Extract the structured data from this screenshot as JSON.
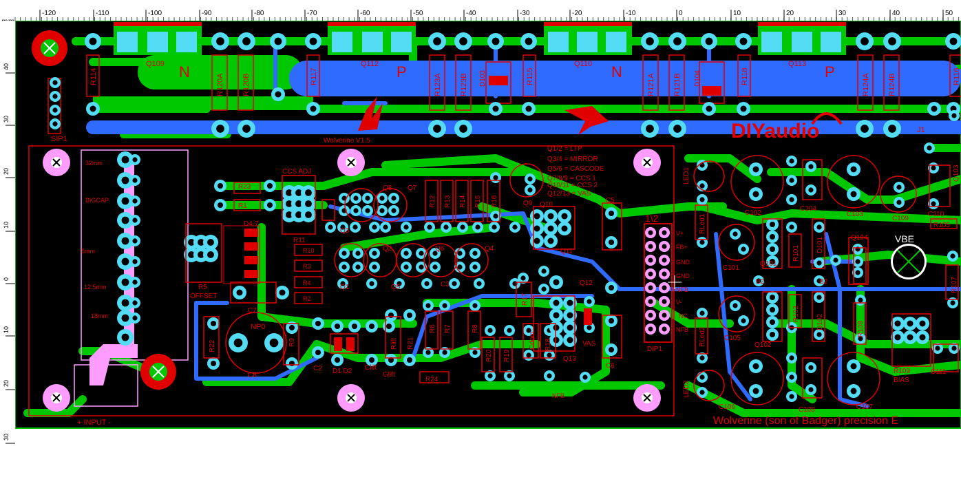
{
  "ruler": {
    "unit": "mm",
    "top_ticks": [
      "-120",
      "-110",
      "-100",
      "-90",
      "-80",
      "-70",
      "-60",
      "-50",
      "-40",
      "-30",
      "-20",
      "-10",
      "0",
      "10",
      "20",
      "30",
      "40",
      "50"
    ],
    "left_ticks": [
      "40",
      "30",
      "20",
      "10",
      "0",
      "10",
      "20",
      "30"
    ]
  },
  "colors": {
    "board": "#000000",
    "top_copper": "#00c800",
    "bottom_copper": "#2f6bff",
    "silkscreen": "#e00000",
    "pad": "#55dcf5",
    "keepout": "#ff9cff",
    "outline": "#00c000"
  },
  "labels": {
    "Q109": "Q109",
    "N1": "N",
    "Q112": "Q112",
    "P1": "P",
    "Q110": "Q110",
    "N2": "N",
    "Q113": "Q113",
    "P2": "P",
    "R114": "R114",
    "R120A": "R120A",
    "R120B": "R120B",
    "R117": "R117",
    "R123A": "R123A",
    "R123B": "R123B",
    "D103": "D103",
    "R115": "R115",
    "R121A": "R121A",
    "R121B": "R121B",
    "D104": "D104",
    "R118": "R118",
    "R124A": "R124A",
    "R124B": "R124B",
    "R119": "R116",
    "SIP1": "SIP1",
    "wolverine": "Wolverine V1.5",
    "diyaudio": "DIYaudio",
    "J1": "J1",
    "legend1": "Q1/2 = LTP",
    "legend2": "Q3/4 = MIRROR",
    "legend3": "Q5/6 = CASCODE",
    "legend4": "Q7/8/9 = CCS 1",
    "legend5": "Q10/11 = CCS 2",
    "legend6": "Q12/13 = VAS",
    "mm32": "32mm",
    "bigcap": "BIGCAP",
    "mm5": "5mm",
    "mm125": "12.5mm",
    "mm18": "18mm",
    "input": "+ INPUT -",
    "R23": "R23",
    "R1": "R1",
    "D47": "D4-7",
    "CCS": "CCS ADJ",
    "R11": "R11",
    "R10": "R10",
    "R3": "R3",
    "R4": "R4",
    "R2": "R2",
    "R5": "R5",
    "OFFSET": "OFFSET",
    "C7": "C7",
    "NP0": "NP0",
    "R22": "R22",
    "R9": "R9",
    "C8": "C8",
    "C2": "C2",
    "D1D2": "D1 D2",
    "Clift": "Clift",
    "Glift": "Glift",
    "Rlift": "Rlift",
    "R21": "R21",
    "R24": "R24",
    "R6": "R6",
    "R7": "R7",
    "R8": "R8",
    "R13": "R13",
    "R14": "R14",
    "R15": "R15",
    "R16": "R16",
    "R12": "R12",
    "Q7": "Q7",
    "Q8": "Q8",
    "Q9": "Q9",
    "Q3": "Q3",
    "Q1": "Q1",
    "Q2": "Q2",
    "Q5": "Q5",
    "Q6": "Q6",
    "Q4": "Q4",
    "Q10": "Q10",
    "Q11": "Q11",
    "Q12": "Q12",
    "Q13": "Q13",
    "C5": "C5",
    "C3": "C3",
    "C6": "C6",
    "VAS": "VAS",
    "NFB": "NFB",
    "R20": "R20",
    "R19": "R19",
    "R17": "R17",
    "R18": "R18",
    "Cdom": "Cdom",
    "DIP1": "DIP1",
    "dip12": "1\\2",
    "Vplus": "V+",
    "FBplus": "FB+",
    "GND1": "GND",
    "GND2": "GND",
    "NFBpin": "NFB",
    "Vminus": "V-",
    "NC": "NC",
    "NFB2": "NFB",
    "LED1": "LED1",
    "LED2": "LED2",
    "RLed1": "RLed1",
    "RLed2": "RLed2",
    "C102": "C102",
    "C104": "C104",
    "C101": "C101",
    "Q101": "Q101",
    "D101": "D101",
    "R101": "R101",
    "Q103": "Q103",
    "C103": "C103",
    "C109": "C109",
    "C110": "C110",
    "R105": "R105",
    "Q104": "Q104",
    "VBE": "VBE",
    "R107": "R107",
    "R108": "R108",
    "R109": "R109",
    "BIAS": "BIAS",
    "C111": "C111",
    "C105": "C105",
    "Q102": "Q102",
    "D102": "D102",
    "R102": "R102",
    "C106": "C106",
    "C108": "C108",
    "C107": "C107",
    "B1": "B2",
    "B2": "B2",
    "footer": "Wolverine (son of Badger) precision E"
  }
}
